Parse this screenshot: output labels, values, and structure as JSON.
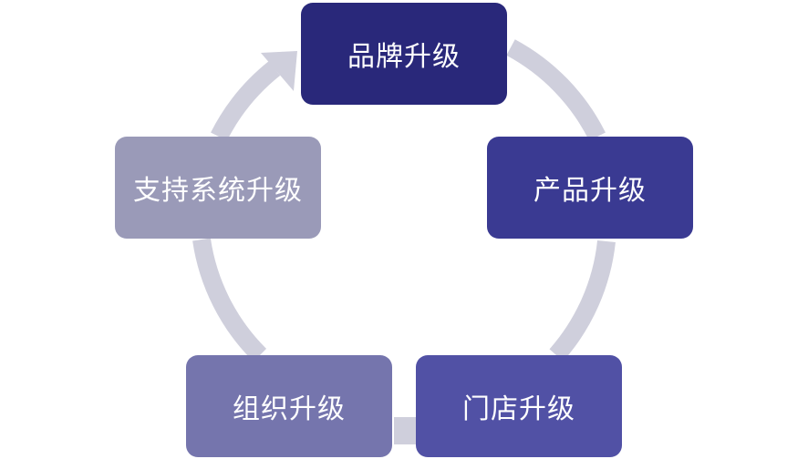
{
  "diagram": {
    "type": "cycle",
    "nodes": [
      {
        "label": "品牌升级",
        "color": "#29287a"
      },
      {
        "label": "产品升级",
        "color": "#3a3a92"
      },
      {
        "label": "门店升级",
        "color": "#5151a5"
      },
      {
        "label": "组织升级",
        "color": "#7575ad"
      },
      {
        "label": "支持系统升级",
        "color": "#9a9ab8"
      }
    ],
    "connector_color": "#cfcfdc",
    "flow": "clockwise"
  }
}
